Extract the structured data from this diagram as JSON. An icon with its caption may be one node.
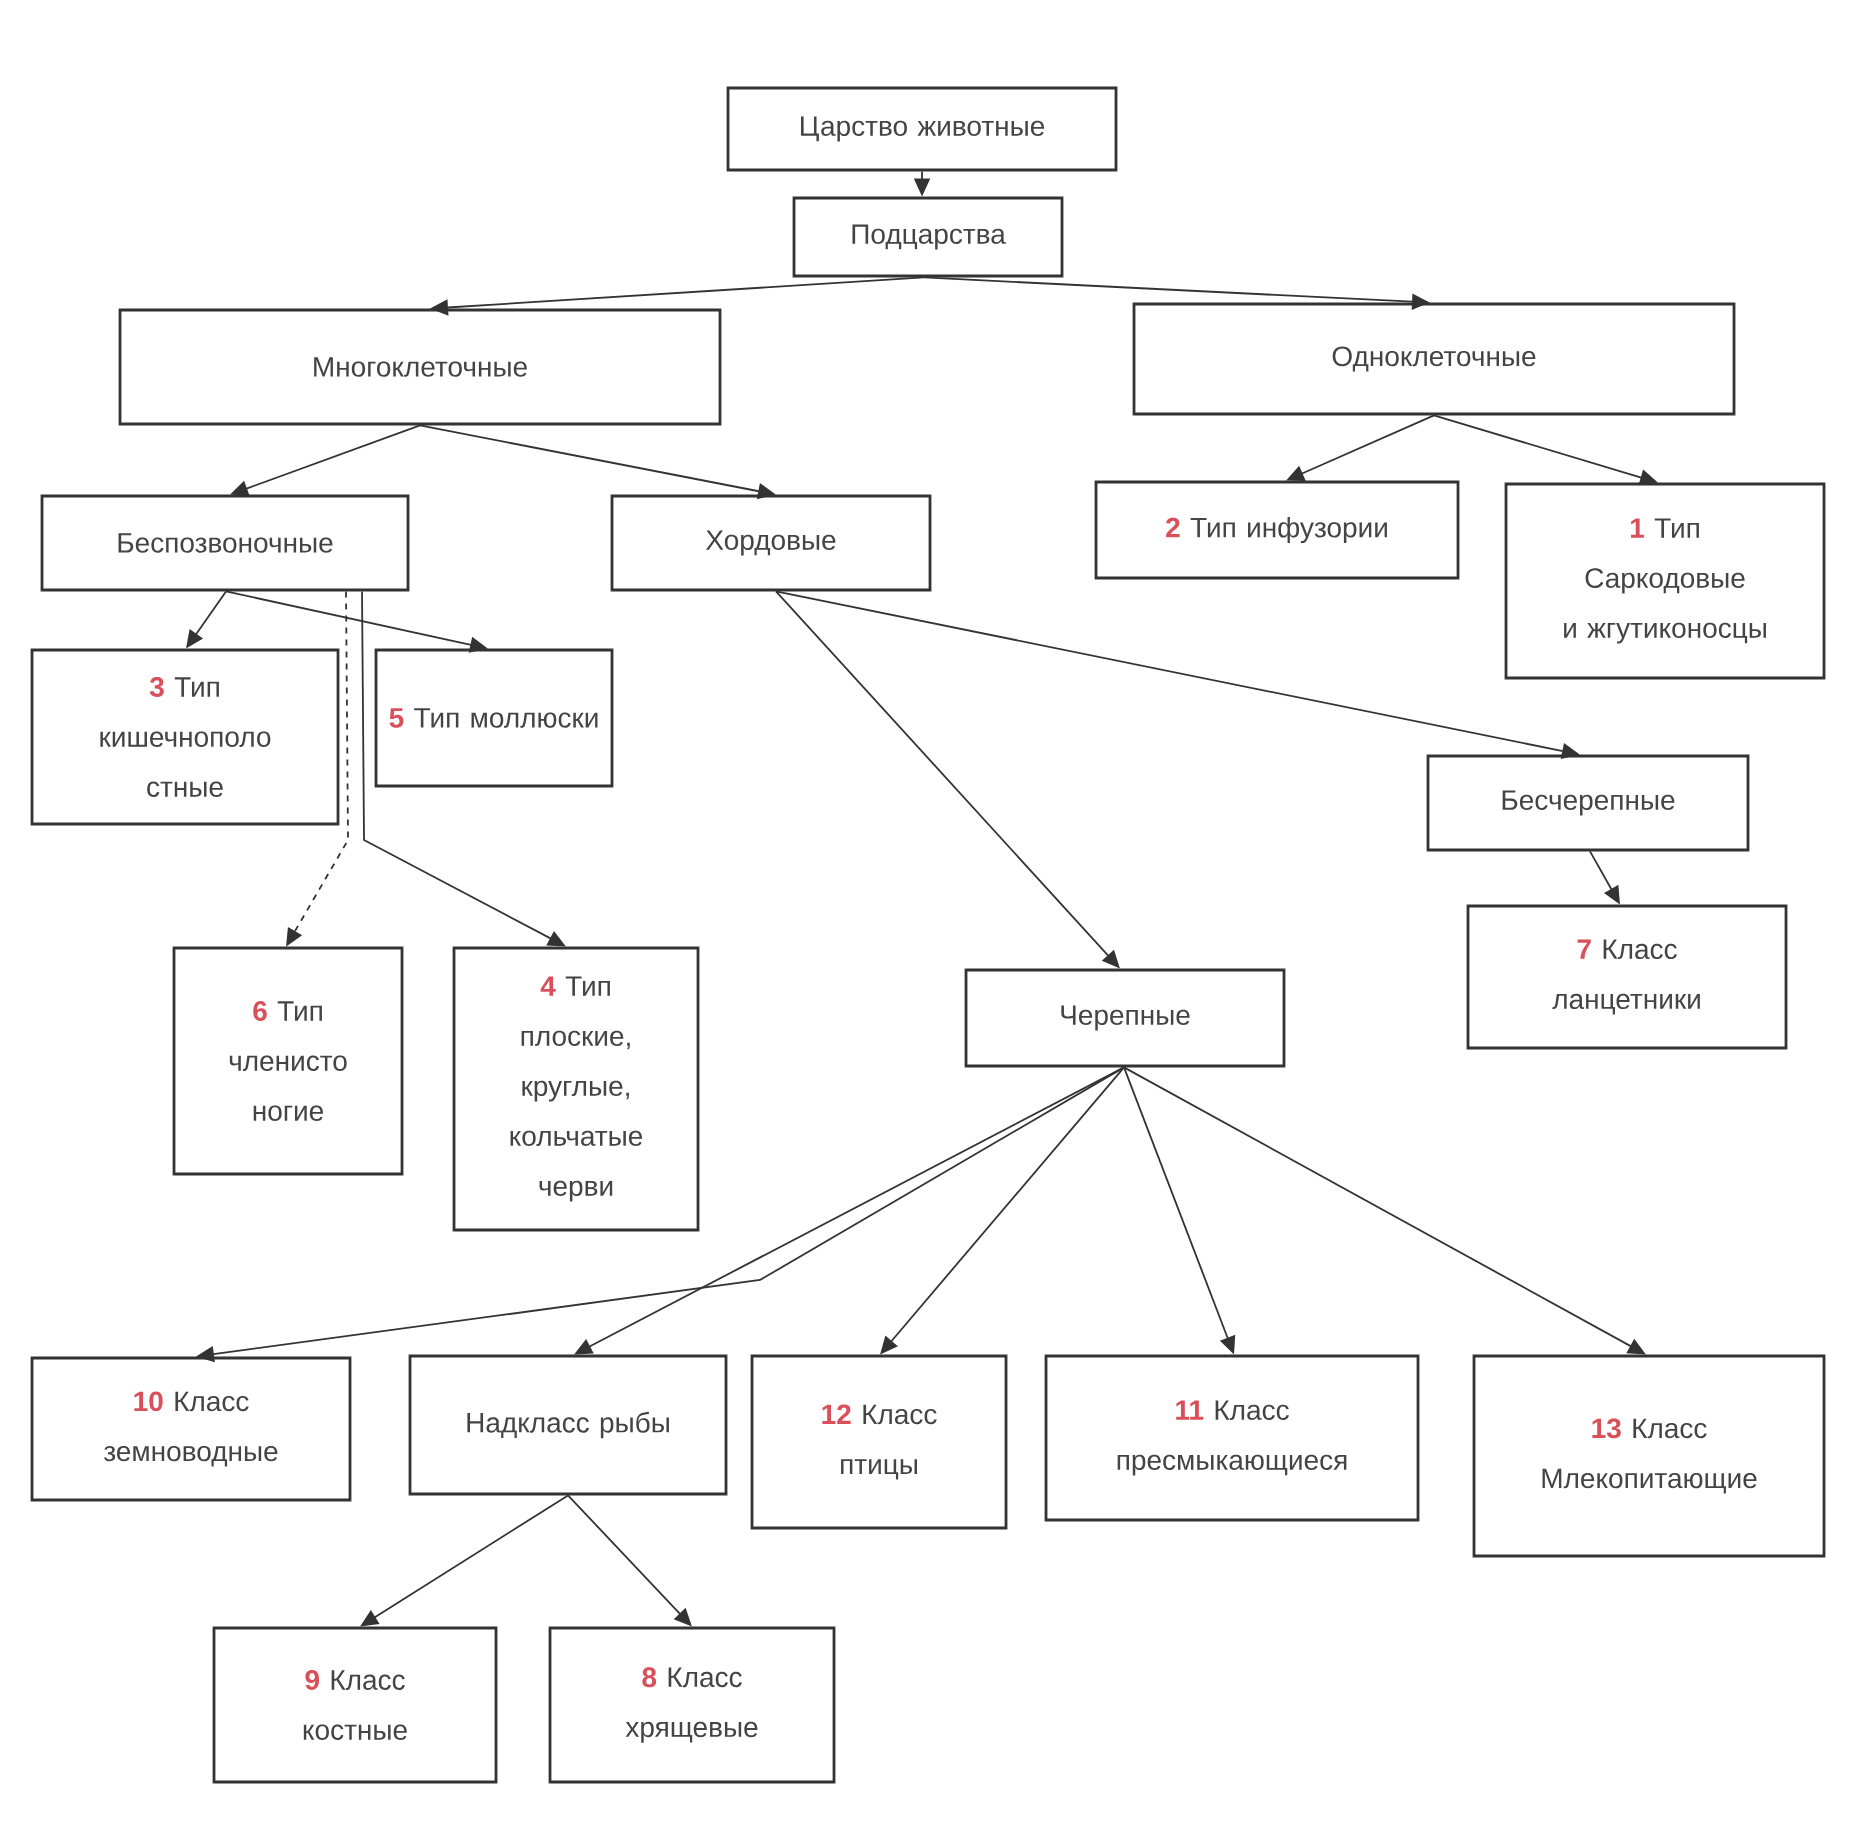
{
  "diagram": {
    "nodes": [
      {
        "text": [
          "Царство животные"
        ]
      },
      {
        "text": [
          "Подцарства"
        ]
      },
      {
        "text": [
          "Многоклеточные"
        ]
      },
      {
        "text": [
          "Одноклеточные"
        ]
      },
      {
        "text": [
          "Беспозвоночные"
        ]
      },
      {
        "text": [
          "Хордовые"
        ]
      },
      {
        "text": [
          "2",
          "Тип инфузории"
        ]
      },
      {
        "text": [
          "1",
          "Тип Саркодовые и жгутиконосцы"
        ]
      },
      {
        "text": [
          "3",
          "Тип кишечнополо стные"
        ]
      },
      {
        "text": [
          "5",
          "Тип моллюски"
        ]
      },
      {
        "text": [
          "Бесчерепные"
        ]
      },
      {
        "text": [
          "6",
          "Тип членисто ногие"
        ]
      },
      {
        "text": [
          "4",
          "Тип плоские, круглые, кольчатые черви"
        ]
      },
      {
        "text": [
          "7",
          "Класс ланцетники"
        ]
      },
      {
        "text": [
          "Черепные"
        ]
      },
      {
        "text": [
          "10",
          "Класс земноводные"
        ]
      },
      {
        "text": [
          "Надкласс рыбы"
        ]
      },
      {
        "text": [
          "12",
          "Класс птицы"
        ]
      },
      {
        "text": [
          "11",
          "Класс пресмыкающиеся"
        ]
      },
      {
        "text": [
          "13",
          "Класс Млекопитающие"
        ]
      },
      {
        "text": [
          "9",
          "Класс костные"
        ]
      },
      {
        "text": [
          "8",
          "Класс хрящевые"
        ]
      }
    ],
    "edges": [
      {
        "from": 0,
        "to": 1,
        "arrow": "to"
      },
      {
        "from": 1,
        "to": 2,
        "arrow": "to"
      },
      {
        "from": 1,
        "to": 3,
        "arrow": "to"
      },
      {
        "from": 2,
        "to": 4,
        "arrow": "to"
      },
      {
        "from": 2,
        "to": 5,
        "arrow": "to"
      },
      {
        "from": 3,
        "to": 6,
        "arrow": "to"
      },
      {
        "from": 3,
        "to": 7,
        "arrow": "to"
      },
      {
        "from": 4,
        "to": 8,
        "arrow": "to"
      },
      {
        "from": 4,
        "to": 9,
        "arrow": "to"
      },
      {
        "from": 4,
        "to": 11,
        "arrow": "to",
        "style": "dashed"
      },
      {
        "from": 4,
        "to": 12,
        "arrow": "to"
      },
      {
        "from": 5,
        "to": 14,
        "arrow": "to"
      },
      {
        "from": 5,
        "to": 10,
        "arrow": "to"
      },
      {
        "from": 10,
        "to": 13,
        "arrow": "to"
      },
      {
        "from": 14,
        "to": 15,
        "arrow": "to"
      },
      {
        "from": 14,
        "to": 16,
        "arrow": "to"
      },
      {
        "from": 14,
        "to": 17,
        "arrow": "to"
      },
      {
        "from": 14,
        "to": 18,
        "arrow": "to"
      },
      {
        "from": 14,
        "to": 19,
        "arrow": "to"
      },
      {
        "from": 16,
        "to": 20,
        "arrow": "to"
      },
      {
        "from": 16,
        "to": 21,
        "arrow": "to"
      }
    ]
  }
}
